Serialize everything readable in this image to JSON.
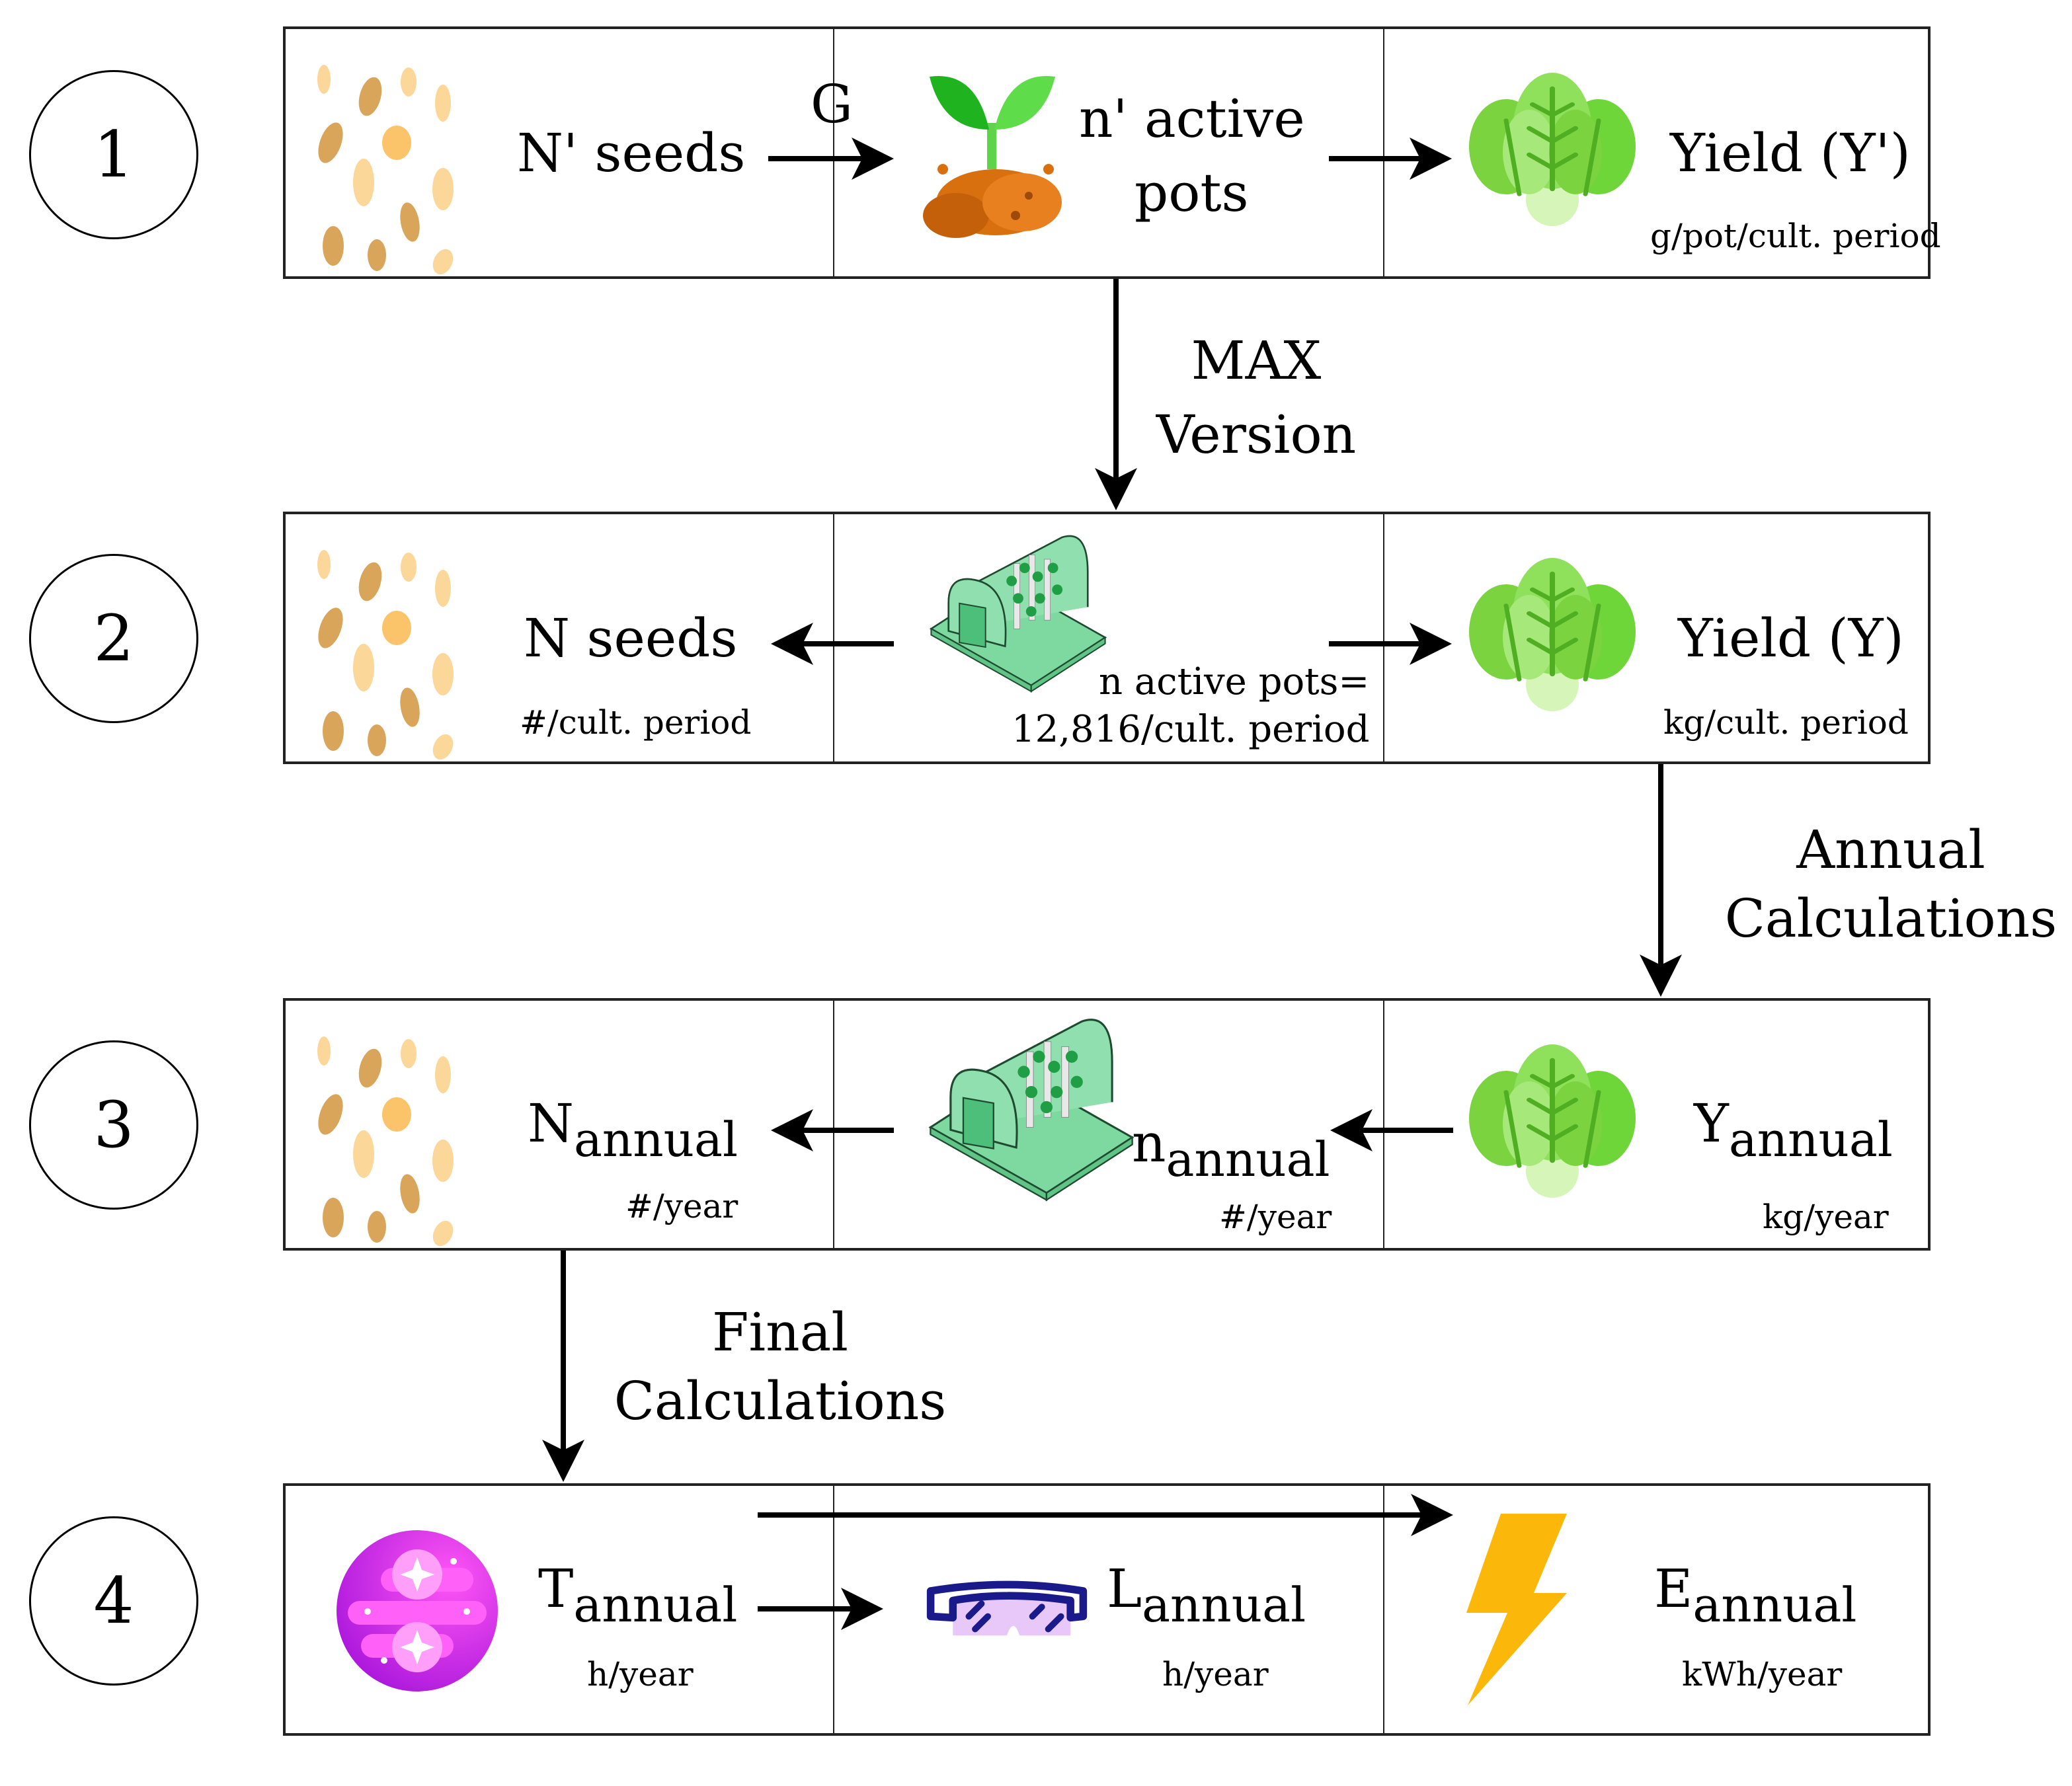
{
  "steps": [
    "1",
    "2",
    "3",
    "4"
  ],
  "row1": {
    "seeds_label": "N' seeds",
    "g_label": "G",
    "pots_line1": "n' active",
    "pots_line2": "pots",
    "yield_label": "Yield (Y')",
    "yield_unit": "g/pot/cult. period"
  },
  "transition_1_2": {
    "line1": "MAX",
    "line2": "Version"
  },
  "row2": {
    "seeds_label": "N seeds",
    "seeds_unit": "#/cult. period",
    "pots_line1": "n active pots=",
    "pots_line2": "12,816/cult. period",
    "yield_label": "Yield (Y)",
    "yield_unit": "kg/cult. period"
  },
  "transition_2_3": {
    "line1": "Annual",
    "line2": "Calculations"
  },
  "row3": {
    "seeds_main": "N",
    "seeds_sub": "annual",
    "seeds_unit": "#/year",
    "pots_main": "n",
    "pots_sub": "annual",
    "pots_unit": "#/year",
    "yield_main": "Y",
    "yield_sub": "annual",
    "yield_unit": "kg/year"
  },
  "transition_3_4": {
    "line1": "Final",
    "line2": "Calculations"
  },
  "row4": {
    "t_main": "T",
    "t_sub": "annual",
    "t_unit": "h/year",
    "l_main": "L",
    "l_sub": "annual",
    "l_unit": "h/year",
    "e_main": "E",
    "e_sub": "annual",
    "e_unit": "kWh/year"
  },
  "icons": {
    "seeds": "seeds-icon",
    "sprout": "sprout-icon",
    "lettuce": "lettuce-icon",
    "greenhouse": "greenhouse-icon",
    "galaxy": "galaxy-icon",
    "goggles": "goggles-icon",
    "lightning": "lightning-icon"
  },
  "colors": {
    "seed_light": "#fcd79a",
    "seed_dark": "#d9a55a",
    "leaf_green": "#6fd63a",
    "greenhouse_green": "#8fe0ae",
    "soil_orange": "#d87010",
    "galaxy_magenta": "#e83cf0",
    "goggles_navy": "#1a1a8a",
    "lightning_yellow": "#fbb80a"
  }
}
